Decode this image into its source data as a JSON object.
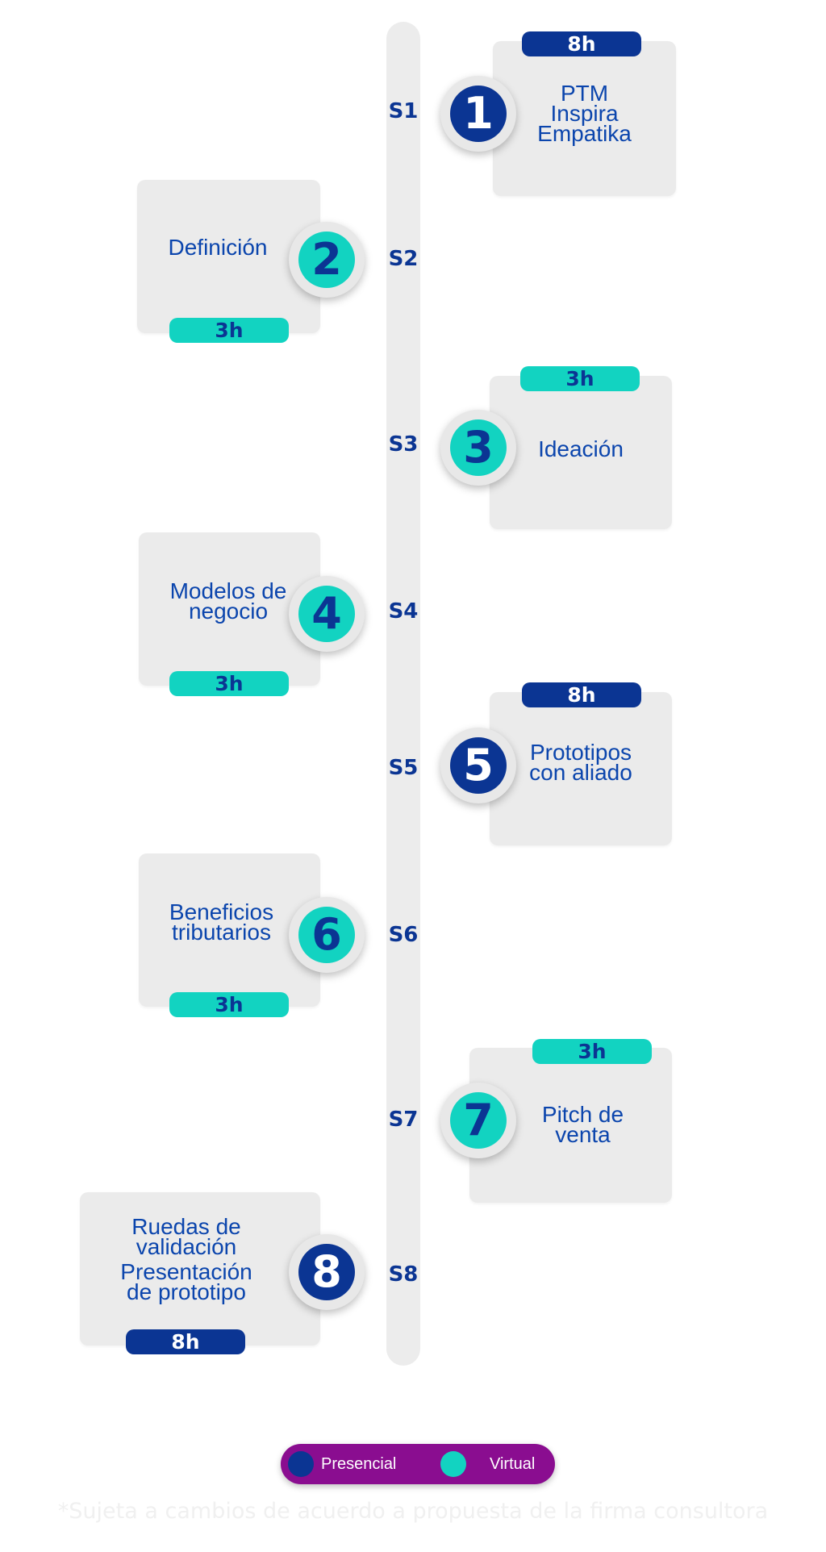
{
  "weeks": [
    "S1",
    "S2",
    "S3",
    "S4",
    "S5",
    "S6",
    "S7",
    "S8"
  ],
  "sessions": [
    {
      "number": "1",
      "lines": [
        "PTM",
        "Inspira",
        "Empatika"
      ],
      "hours": "8h",
      "mode": "presencial"
    },
    {
      "number": "2",
      "lines": [
        "Definición"
      ],
      "hours": "3h",
      "mode": "virtual"
    },
    {
      "number": "3",
      "lines": [
        "Ideación"
      ],
      "hours": "3h",
      "mode": "virtual"
    },
    {
      "number": "4",
      "lines": [
        "Modelos de",
        "negocio"
      ],
      "hours": "3h",
      "mode": "virtual"
    },
    {
      "number": "5",
      "lines": [
        "Prototipos",
        "con aliado"
      ],
      "hours": "8h",
      "mode": "presencial"
    },
    {
      "number": "6",
      "lines": [
        "Beneficios",
        "tributarios"
      ],
      "hours": "3h",
      "mode": "virtual"
    },
    {
      "number": "7",
      "lines": [
        "Pitch de",
        "venta"
      ],
      "hours": "3h",
      "mode": "virtual"
    },
    {
      "number": "8",
      "lines": [
        "Ruedas de",
        "validación",
        "Presentación",
        "de prototipo"
      ],
      "hours": "8h",
      "mode": "presencial"
    }
  ],
  "legend": {
    "presencial": "Presencial",
    "virtual": "Virtual"
  },
  "colors": {
    "presencial": "#0b3593",
    "virtual": "#12d3c1",
    "legend_bg": "#8a0d90",
    "card_bg": "#ebebeb",
    "text": "#0b45ad"
  },
  "disclaimer": "*Sujeta a cambios de acuerdo a propuesta de la firma consultora"
}
